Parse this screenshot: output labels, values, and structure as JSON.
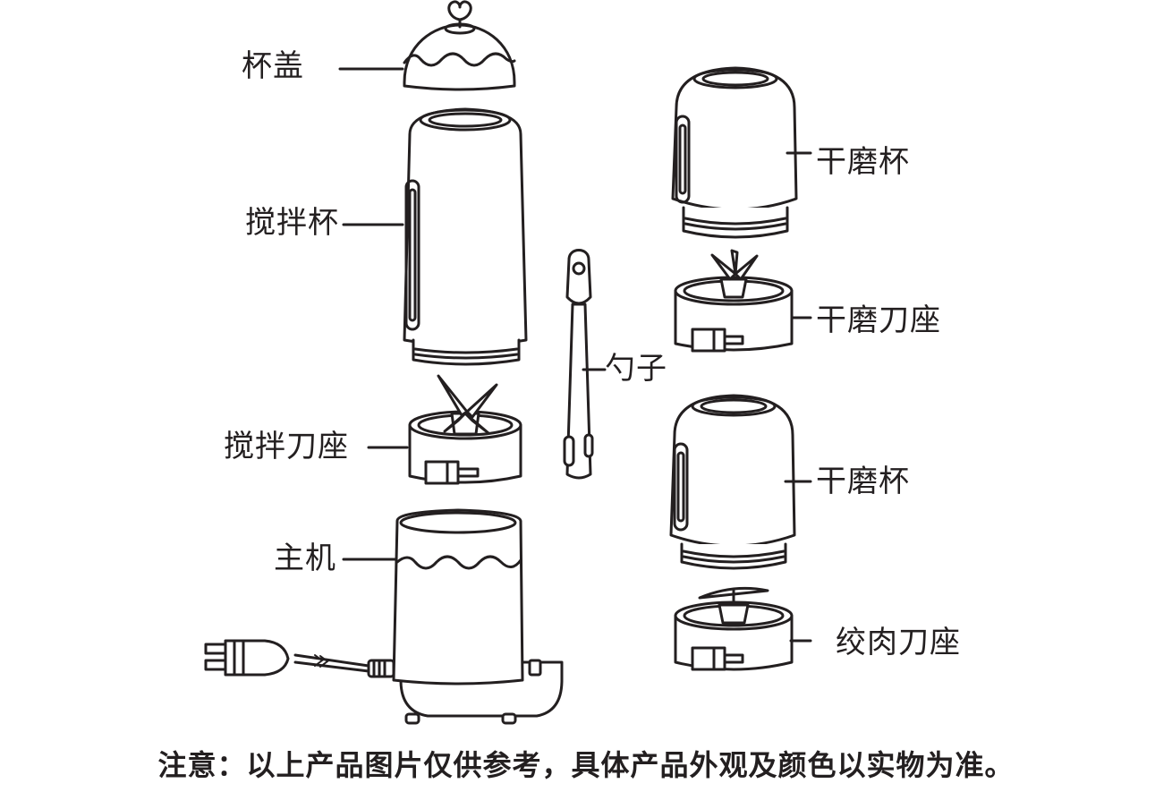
{
  "labels": {
    "lid": "杯盖",
    "blender_cup": "搅拌杯",
    "blender_blade_base": "搅拌刀座",
    "main_unit": "主机",
    "spoon": "勺子",
    "dry_grind_cup_1": "干磨杯",
    "dry_grind_blade_base": "干磨刀座",
    "dry_grind_cup_2": "干磨杯",
    "mincing_blade_base": "绞肉刀座"
  },
  "note": "注意：以上产品图片仅供参考，具体产品外观及颜色以实物为准。",
  "colors": {
    "line": "#231f20",
    "background": "#ffffff"
  }
}
